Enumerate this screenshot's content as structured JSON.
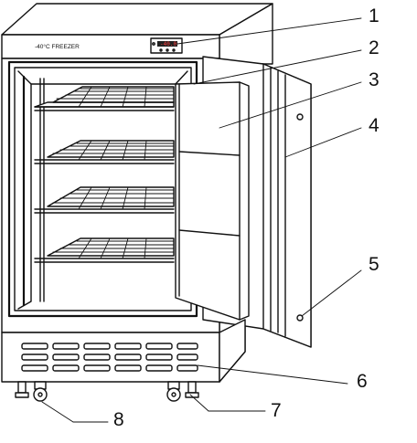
{
  "model_label": "-40°C FREEZER",
  "display_readout": "-40.0",
  "callouts": [
    {
      "number": "1",
      "part": "control-panel"
    },
    {
      "number": "2",
      "part": "inner-wall"
    },
    {
      "number": "3",
      "part": "inner-door-panels"
    },
    {
      "number": "4",
      "part": "outer-door"
    },
    {
      "number": "5",
      "part": "door-hinge"
    },
    {
      "number": "6",
      "part": "ventilation-grille"
    },
    {
      "number": "7",
      "part": "leveling-foot"
    },
    {
      "number": "8",
      "part": "caster-wheel"
    }
  ]
}
